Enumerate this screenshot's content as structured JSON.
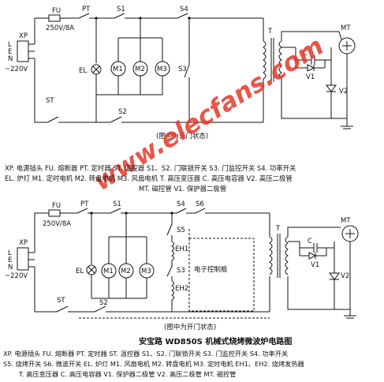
{
  "colors": {
    "ink": "#111111",
    "watermark": "#e23a2a"
  },
  "watermark": "www.elecfans.com",
  "circuit1": {
    "xp": "XP",
    "l": "L",
    "e": "E",
    "n": "N",
    "mains": "~220V",
    "fu": "FU",
    "fuse_rating": "250V/8A",
    "pt": "PT",
    "s1": "S1",
    "s4": "S4",
    "el": "EL",
    "m1": "M1",
    "m2": "M2",
    "m3": "M3",
    "s3": "S3",
    "st": "ST",
    "s2": "S2",
    "t": "T",
    "mt": "MT",
    "c": "C",
    "v1": "V1",
    "v2": "V2",
    "note": "(图中为开门状态)"
  },
  "legend1": [
    "XP. 电源插头   FU. 熔断器   PT. 定时器   ST. 温控器   S1、S2. 门联锁开关   S3. 门监控开关   S4. 功率开关",
    "EL. 炉灯   M1. 定时电机   M2. 转盘电机   M3. 风扇电机   T. 高压变压器   C. 高压电容器   V2. 高压二极管",
    "MT. 磁控管   V1. 保护器二极管"
  ],
  "circuit2": {
    "xp": "XP",
    "l": "L",
    "e": "E",
    "n": "N",
    "mains": "~220V",
    "fu": "FU",
    "fuse_rating": "250V/8A",
    "pt": "PT",
    "s1": "S1",
    "s4": "S4",
    "s6": "S6",
    "s5": "S5",
    "eh1": "EH1",
    "eh2": "EH2",
    "s3": "S3",
    "el": "EL",
    "m1": "M1",
    "m2": "M2",
    "m3": "M3",
    "st": "ST",
    "s2": "S2",
    "t": "T",
    "mt": "MT",
    "c": "C",
    "v1": "V1",
    "v2": "V2",
    "board": "电子控制板",
    "note": "(图中为开门状态)"
  },
  "title": "安宝路 WD850S 机械式烧烤微波炉电路图",
  "legend2": [
    "XP. 电源插头   FU. 熔断器   PT. 定时器   ST. 温控器   S1、S2. 门联锁开关   S3. 门监控开关   S4. 功率开关",
    "S5. 烧烤开关   S6. 微波开关   EL. 炉灯   M1. 风扇电机   M2. 转盘电机   M3. 定时电机   EH1、EH2. 烧烤发热器",
    "T. 高压变压器   C. 高压电容器   V1. 保护器二极管   V2. 高压二极管   MT. 磁控管"
  ]
}
